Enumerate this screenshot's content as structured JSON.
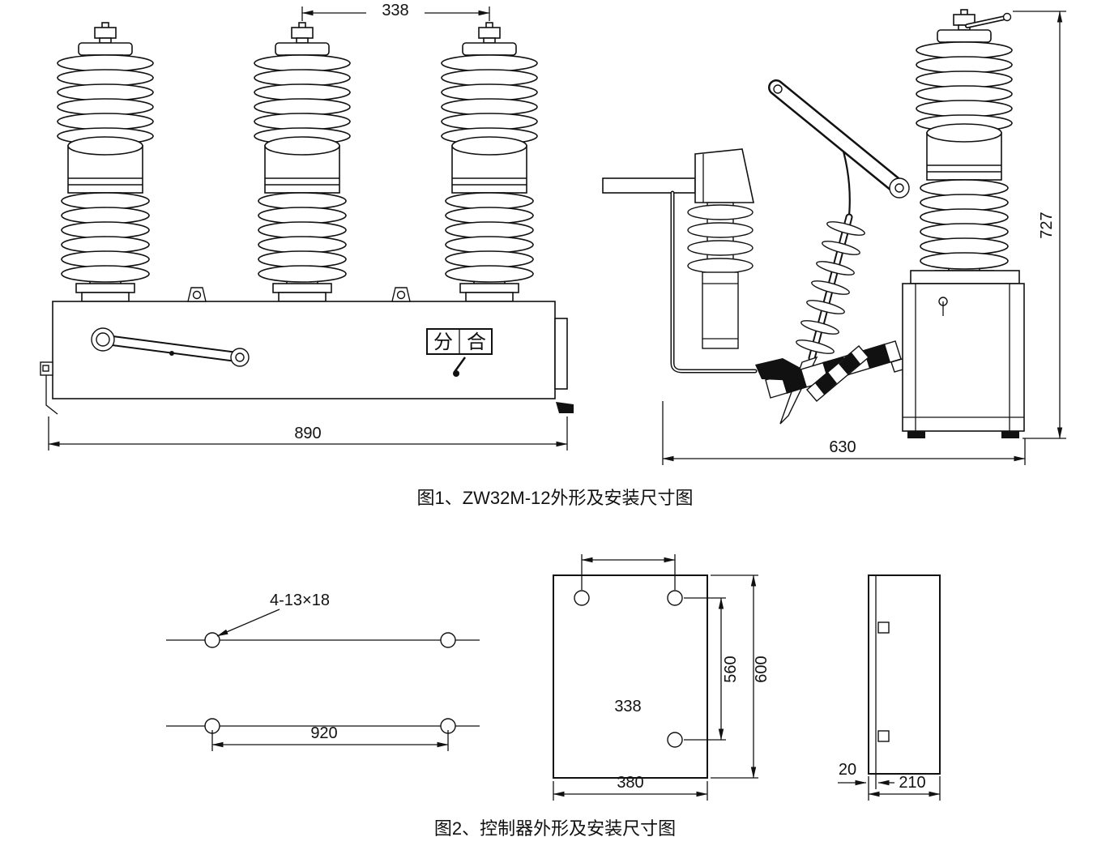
{
  "colors": {
    "line": "#111111",
    "background": "#ffffff"
  },
  "figure1": {
    "caption": "图1、ZW32M-12外形及安装尺寸图",
    "front_view": {
      "dim_top_spacing": "338",
      "dim_width": "890",
      "indicator_open": "分",
      "indicator_close": "合"
    },
    "side_view": {
      "dim_height": "727",
      "dim_depth": "630"
    }
  },
  "figure2": {
    "caption": "图2、控制器外形及安装尺寸图",
    "mounting_holes": {
      "hole_spec": "4-13×18",
      "dim_spacing": "920"
    },
    "front_view": {
      "dim_hole_spacing": "338",
      "dim_hole_vertical": "560",
      "dim_height": "600",
      "dim_width": "380"
    },
    "side_view": {
      "dim_flange": "20",
      "dim_depth": "210"
    }
  }
}
